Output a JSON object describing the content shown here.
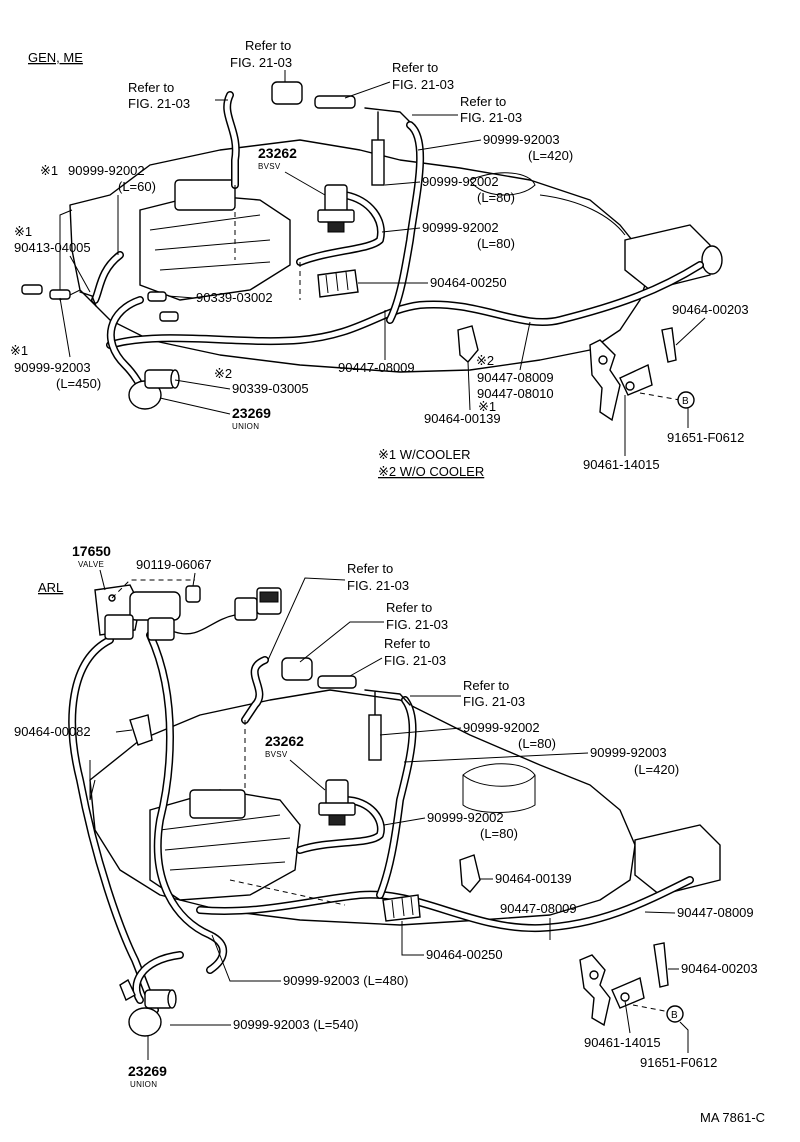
{
  "top": {
    "variant": "GEN, ME",
    "refs": [
      "Refer to",
      "FIG. 21-03"
    ],
    "labels": {
      "p1a": "90999-92002",
      "p1b": "(L=60)",
      "p1m": "※1",
      "p2a": "90413-04005",
      "p2m": "※1",
      "p3a": "90999-92003",
      "p3b": "(L=450)",
      "p3m": "※1",
      "p4": "23262",
      "p4s": "BVSV",
      "p5a": "90999-92003",
      "p5b": "(L=420)",
      "p6a": "90999-92002",
      "p6b": "(L=80)",
      "p7a": "90999-92002",
      "p7b": "(L=80)",
      "p8": "90464-00250",
      "p9": "90339-03002",
      "p10": "90339-03005",
      "p10m": "※2",
      "p11": "23269",
      "p11s": "UNION",
      "p12": "90447-08009",
      "p13a": "90447-08009",
      "p13m": "※2",
      "p14a": "90447-08010",
      "p14m": "※1",
      "p15": "90464-00139",
      "p16": "90464-00203",
      "p17": "91651-F0612",
      "p18": "90461-14015",
      "note1": "※1 W/COOLER",
      "note2": "※2 W/O COOLER",
      "marker": "B"
    }
  },
  "bottom": {
    "variant": "ARL",
    "labels": {
      "q1": "17650",
      "q1s": "VALVE",
      "q2": "90119-06067",
      "q3": "90464-00082",
      "q4": "23262",
      "q4s": "BVSV",
      "q5a": "90999-92002",
      "q5b": "(L=80)",
      "q6a": "90999-92003",
      "q6b": "(L=420)",
      "q7a": "90999-92002",
      "q7b": "(L=80)",
      "q8": "90464-00139",
      "q9": "90447-08009",
      "q10": "90447-08009",
      "q11": "90464-00250",
      "q12": "90999-92003 (L=480)",
      "q13": "90999-92003 (L=540)",
      "q14": "23269",
      "q14s": "UNION",
      "q15": "90464-00203",
      "q16": "90461-14015",
      "q17": "91651-F0612",
      "marker": "B"
    }
  },
  "footer": {
    "code": "MA 7861-C"
  }
}
